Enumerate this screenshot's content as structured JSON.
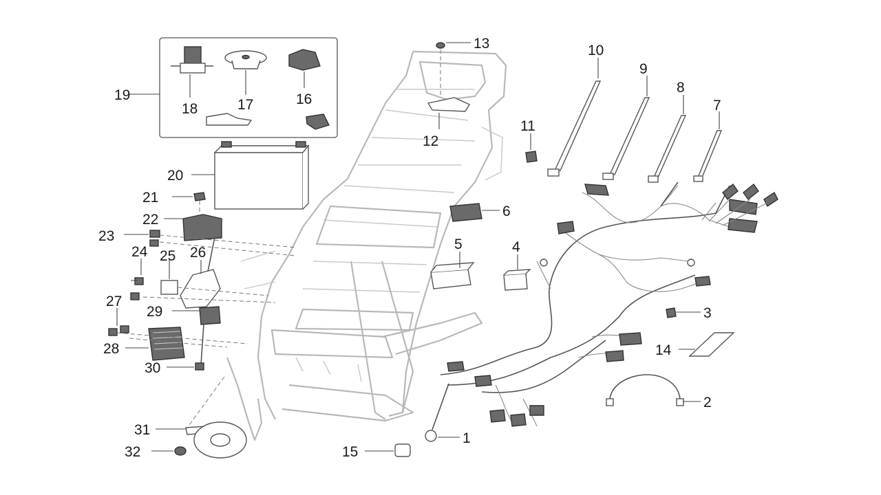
{
  "diagram": {
    "group_label": "19",
    "callouts": [
      "1",
      "2",
      "3",
      "4",
      "5",
      "6",
      "7",
      "8",
      "9",
      "10",
      "11",
      "12",
      "13",
      "14",
      "15",
      "16",
      "17",
      "18",
      "20",
      "21",
      "22",
      "23",
      "24",
      "25",
      "26",
      "27",
      "28",
      "29",
      "30",
      "31",
      "32"
    ]
  }
}
